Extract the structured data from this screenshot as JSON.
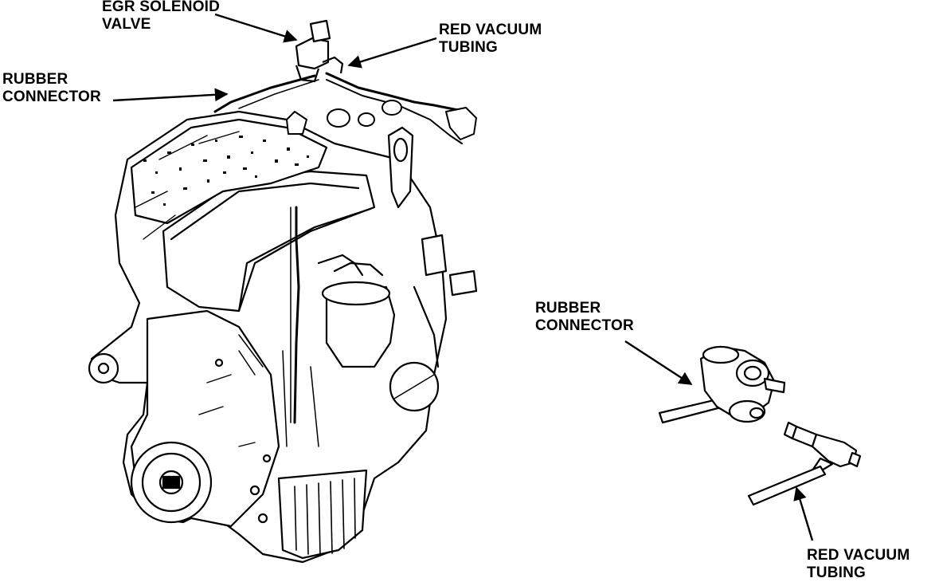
{
  "labels": {
    "egr_solenoid_valve": [
      "EGR SOLENOID",
      "VALVE"
    ],
    "red_vacuum_tubing_top": [
      "RED VACUUM",
      "TUBING"
    ],
    "rubber_connector_left": [
      "RUBBER",
      "CONNECTOR"
    ],
    "rubber_connector_right": [
      "RUBBER",
      "CONNECTOR"
    ],
    "red_vacuum_tubing_bottom": [
      "RED VACUUM",
      "TUBING"
    ]
  },
  "colors": {
    "ink": "#000000",
    "paper": "#ffffff"
  }
}
